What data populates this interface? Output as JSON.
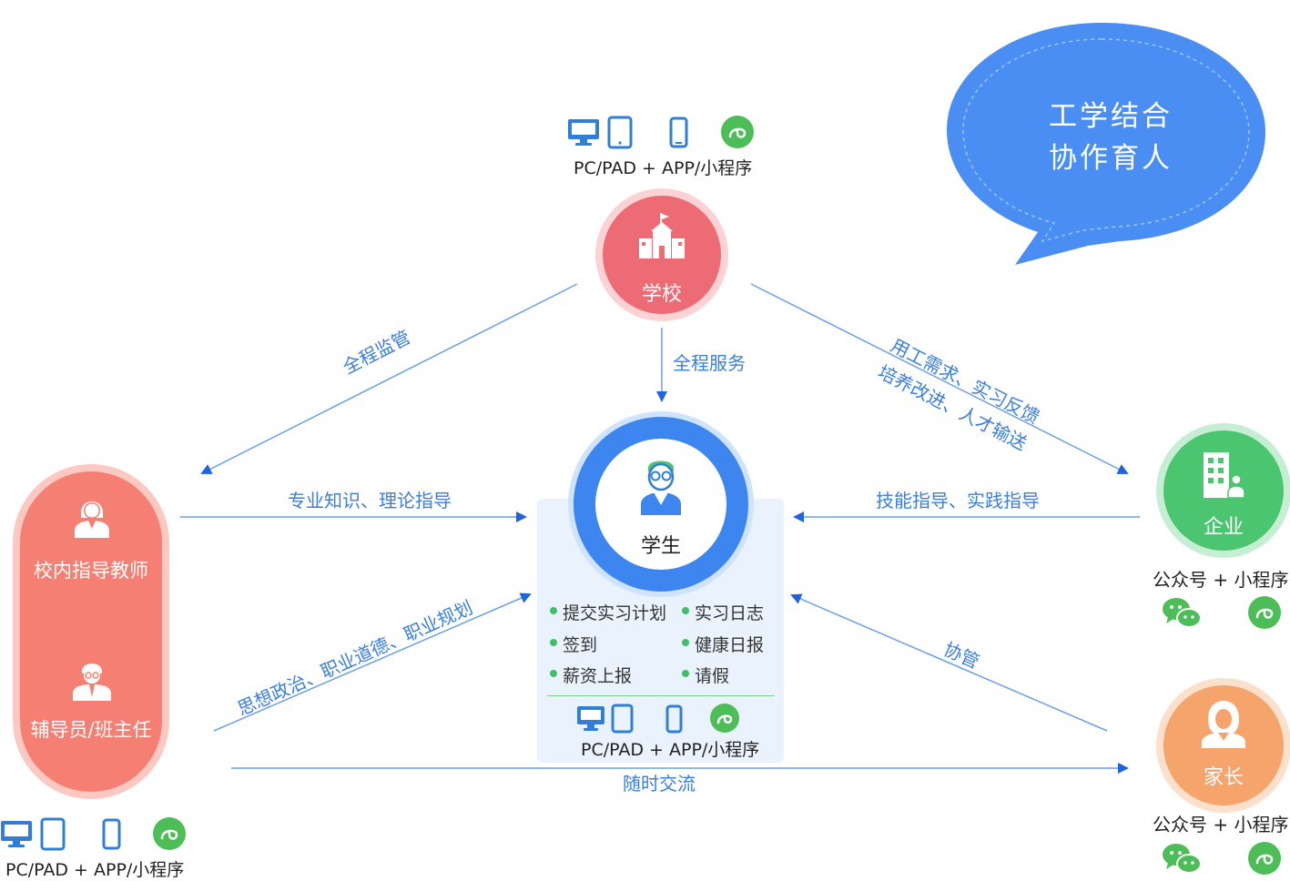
{
  "slogan": {
    "line1": "工学结合",
    "line2": "协作育人"
  },
  "nodes": {
    "school": "学校",
    "student": "学生",
    "enterprise": "企业",
    "parent": "家长",
    "campus_teacher": "校内指导教师",
    "counselor": "辅导员/班主任"
  },
  "edges": {
    "supervision": "全程监管",
    "service": "全程服务",
    "demand_line1": "用工需求、实习反馈",
    "demand_line2": "培养改进、人才输送",
    "knowledge": "专业知识、理论指导",
    "skills": "技能指导、实践指导",
    "ideology": "思想政治、职业道德、职业规划",
    "co_manage": "协管",
    "communicate": "随时交流"
  },
  "student_features": [
    "提交实习计划",
    "实习日志",
    "签到",
    "健康日报",
    "薪资上报",
    "请假"
  ],
  "platform_captions": {
    "school": "PC/PAD + APP/小程序",
    "student": "PC/PAD + APP/小程序",
    "staff": "PC/PAD + APP/小程序",
    "enterprise": "公众号 + 小程序",
    "parent": "公众号 + 小程序"
  },
  "colors": {
    "edge": "#3a7ee0",
    "bubble": "#4a8ef3",
    "school": "#ec6b74",
    "student": "#3d86f0",
    "enterprise": "#4cc571",
    "parent": "#f5a46b",
    "staff": "#f47f72",
    "device": "#2f7fd7",
    "wechat": "#4dbd57"
  }
}
